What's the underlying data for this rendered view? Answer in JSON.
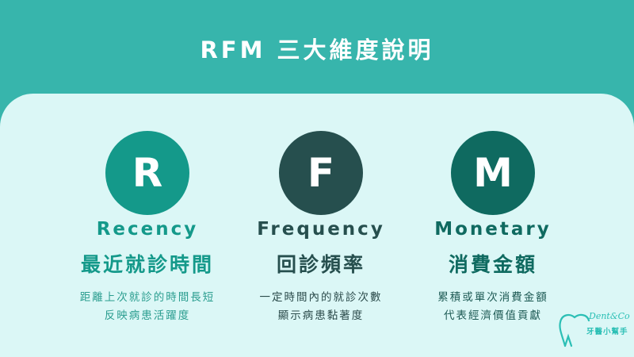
{
  "title": "RFM 三大維度說明",
  "colors": {
    "header": "#37b5ac",
    "panel": "#dbf7f6",
    "recency": "#14998a",
    "frequency": "#264f4e",
    "monetary": "#0f6a60"
  },
  "columns": [
    {
      "letter": "R",
      "english": "Recency",
      "chinese": "最近就診時間",
      "desc": [
        "距離上次就診的時間長短",
        "反映病患活躍度"
      ]
    },
    {
      "letter": "F",
      "english": "Frequency",
      "chinese": "回診頻率",
      "desc": [
        "一定時間內的就診次數",
        "顯示病患黏著度"
      ]
    },
    {
      "letter": "M",
      "english": "Monetary",
      "chinese": "消費金額",
      "desc": [
        "累積或單次消費金額",
        "代表經濟價值貢獻"
      ]
    }
  ],
  "logo": {
    "brand": "Dent&Co",
    "subtitle": "牙醫小幫手",
    "icon": "tooth-icon"
  }
}
